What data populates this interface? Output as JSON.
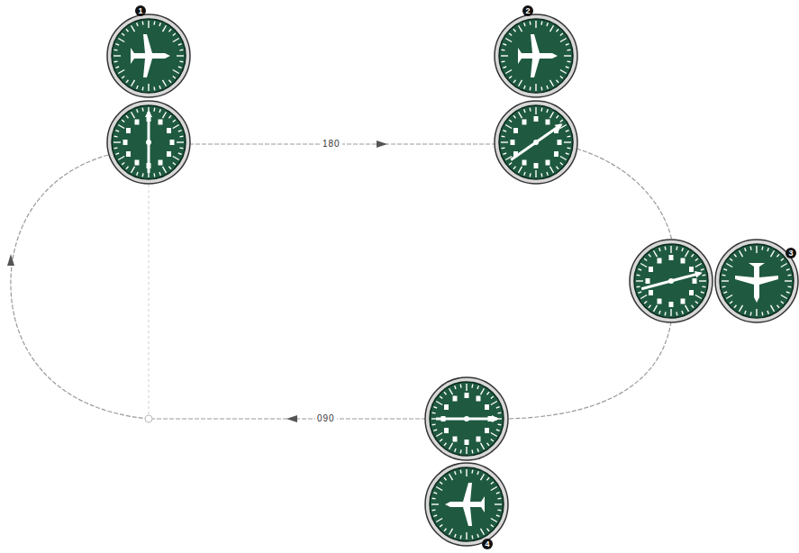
{
  "diagram": {
    "labels": [
      "180",
      "090",
      "1",
      "2",
      "3",
      "4"
    ]
  }
}
